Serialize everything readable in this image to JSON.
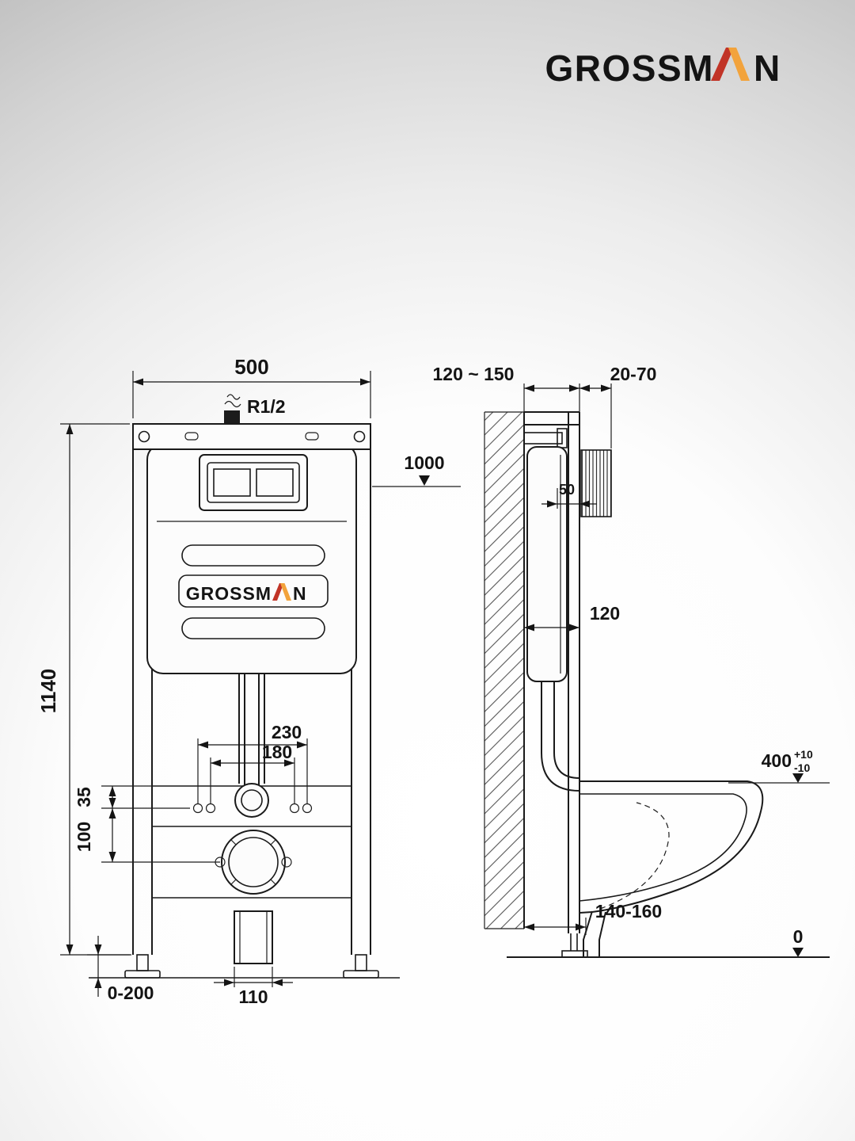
{
  "logo": {
    "left": "GROSSM",
    "right": "N",
    "a_glyph": "A",
    "accent_red": "#c13427",
    "accent_orange": "#f2a33c"
  },
  "front_view": {
    "brand": {
      "left": "GROSSM",
      "right": "N"
    },
    "dims": {
      "overall_width": "500",
      "water_inlet": "R1/2",
      "flush_pipe_height": "1000",
      "frame_height": "1140",
      "fixing_outer": "230",
      "fixing_inner": "180",
      "offset_small": "35",
      "offset_large": "100",
      "drain_stub_width": "110",
      "foot_adjust_range": "0-200"
    }
  },
  "side_view": {
    "dims": {
      "frame_depth_range": "120 ~ 150",
      "plate_distance_range": "20-70",
      "gap": "50",
      "frame_depth": "120",
      "bowl_height": "400",
      "bowl_height_tol_plus": "+10",
      "bowl_height_tol_minus": "-10",
      "drain_offset_range": "140-160",
      "floor_level": "0"
    }
  }
}
